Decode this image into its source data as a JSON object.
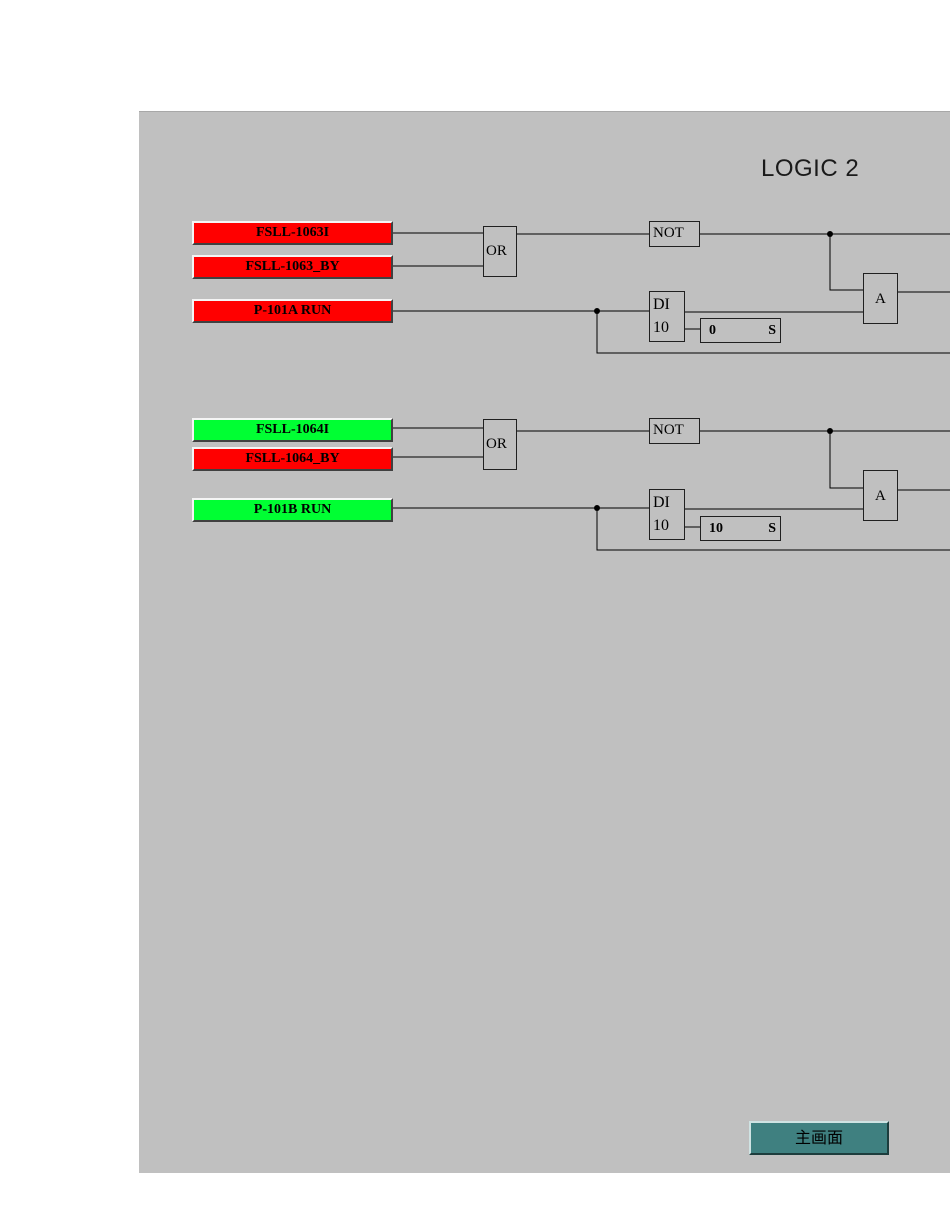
{
  "title": "LOGIC 2",
  "colors": {
    "panel_bg": "#c0c0c0",
    "alarm_red": "#ff0000",
    "normal_green": "#00ff33",
    "button_teal": "#3f8080"
  },
  "groups": [
    {
      "inputs": [
        {
          "label": "FSLL-1063I",
          "state": "red"
        },
        {
          "label": "FSLL-1063_BY",
          "state": "red"
        }
      ],
      "run": {
        "label": "P-101A RUN",
        "state": "red"
      },
      "or_label": "OR",
      "not_label": "NOT",
      "and_label": "A",
      "di_label": "DI",
      "di_preset": "10",
      "timer_value": "0",
      "timer_unit": "S"
    },
    {
      "inputs": [
        {
          "label": "FSLL-1064I",
          "state": "green"
        },
        {
          "label": "FSLL-1064_BY",
          "state": "red"
        }
      ],
      "run": {
        "label": "P-101B RUN",
        "state": "green"
      },
      "or_label": "OR",
      "not_label": "NOT",
      "and_label": "A",
      "di_label": "DI",
      "di_preset": "10",
      "timer_value": "10",
      "timer_unit": "S"
    }
  ],
  "main_button": "主画面"
}
